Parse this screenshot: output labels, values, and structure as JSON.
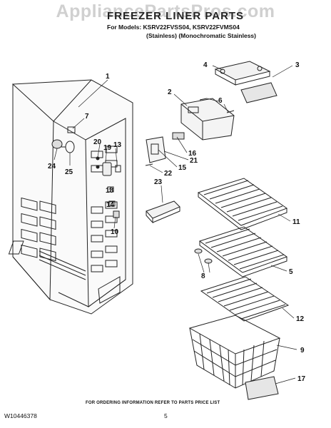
{
  "watermark": "AppliancePartsPros.com",
  "header": {
    "title": "FREEZER LINER PARTS",
    "models_line": "For Models: KSRV22FVSS04, KSRV22FVMS04",
    "finish_line": "(Stainless) (Monochromatic Stainless)"
  },
  "callouts": {
    "c1": "1",
    "c2": "2",
    "c3": "3",
    "c4": "4",
    "c5": "5",
    "c6": "6",
    "c7": "7",
    "c8": "8",
    "c9": "9",
    "c10": "10",
    "c11": "11",
    "c12": "12",
    "c13": "13",
    "c14": "14",
    "c15": "15",
    "c16": "16",
    "c17": "17",
    "c18": "18",
    "c19": "19",
    "c20": "20",
    "c21": "21",
    "c22": "22",
    "c23": "23",
    "c24": "24",
    "c25": "25"
  },
  "footer": {
    "note": "FOR ORDERING INFORMATION REFER TO PARTS PRICE LIST",
    "doc_number": "W10446378",
    "page_number": "5"
  }
}
